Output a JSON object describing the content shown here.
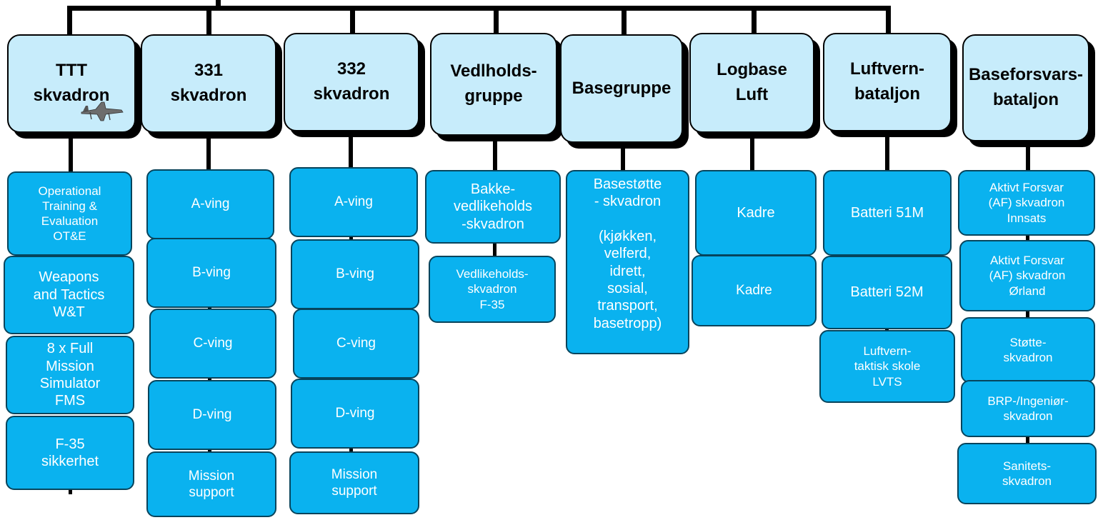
{
  "headers": [
    {
      "id": "ttt",
      "lines": [
        "TTT",
        "skvadron"
      ]
    },
    {
      "id": "331",
      "lines": [
        "331",
        "skvadron"
      ]
    },
    {
      "id": "332",
      "lines": [
        "332",
        "skvadron"
      ]
    },
    {
      "id": "vedlholds",
      "lines": [
        "Vedlholds-",
        "gruppe"
      ]
    },
    {
      "id": "basegruppe",
      "lines": [
        "Basegruppe"
      ]
    },
    {
      "id": "logbase",
      "lines": [
        "Logbase",
        "Luft"
      ]
    },
    {
      "id": "luftvern",
      "lines": [
        "Luftvern-",
        "bataljon"
      ]
    },
    {
      "id": "baseforsvars",
      "lines": [
        "Baseforsvars-",
        "bataljon"
      ]
    }
  ],
  "units": {
    "ttt": [
      [
        "Operational",
        "Training &",
        "Evaluation",
        "OT&E"
      ],
      [
        "Weapons",
        "and Tactics",
        "W&T"
      ],
      [
        "8 x Full",
        "Mission",
        "Simulator",
        "FMS"
      ],
      [
        "F-35",
        "sikkerhet"
      ]
    ],
    "s331": [
      [
        "A-ving"
      ],
      [
        "B-ving"
      ],
      [
        "C-ving"
      ],
      [
        "D-ving"
      ],
      [
        "Mission",
        "support"
      ]
    ],
    "s332": [
      [
        "A-ving"
      ],
      [
        "B-ving"
      ],
      [
        "C-ving"
      ],
      [
        "D-ving"
      ],
      [
        "Mission",
        "support"
      ]
    ],
    "vedlholds": [
      [
        "Bakke-",
        "vedlikeholds",
        "-skvadron"
      ],
      [
        "Vedlikeholds-",
        "skvadron",
        "F-35"
      ]
    ],
    "basegruppe": [
      [
        "Basestøtte",
        "- skvadron",
        "",
        "(kjøkken,",
        "velferd,",
        "idrett,",
        "sosial,",
        "transport,",
        "basetropp)"
      ]
    ],
    "logbase": [
      [
        "Kadre"
      ],
      [
        "Kadre"
      ]
    ],
    "luftvern": [
      [
        "Batteri 51M"
      ],
      [
        "Batteri 52M"
      ],
      [
        "Luftvern-",
        "taktisk skole",
        "LVTS"
      ]
    ],
    "baseforsvars": [
      [
        "Aktivt Forsvar",
        "(AF) skvadron",
        "Innsats"
      ],
      [
        "Aktivt Forsvar",
        "(AF) skvadron",
        "Ørland"
      ],
      [
        "Støtte-",
        "skvadron"
      ],
      [
        "BRP-/Ingeniør-",
        "skvadron"
      ],
      [
        "Sanitets-",
        "skvadron"
      ]
    ]
  }
}
